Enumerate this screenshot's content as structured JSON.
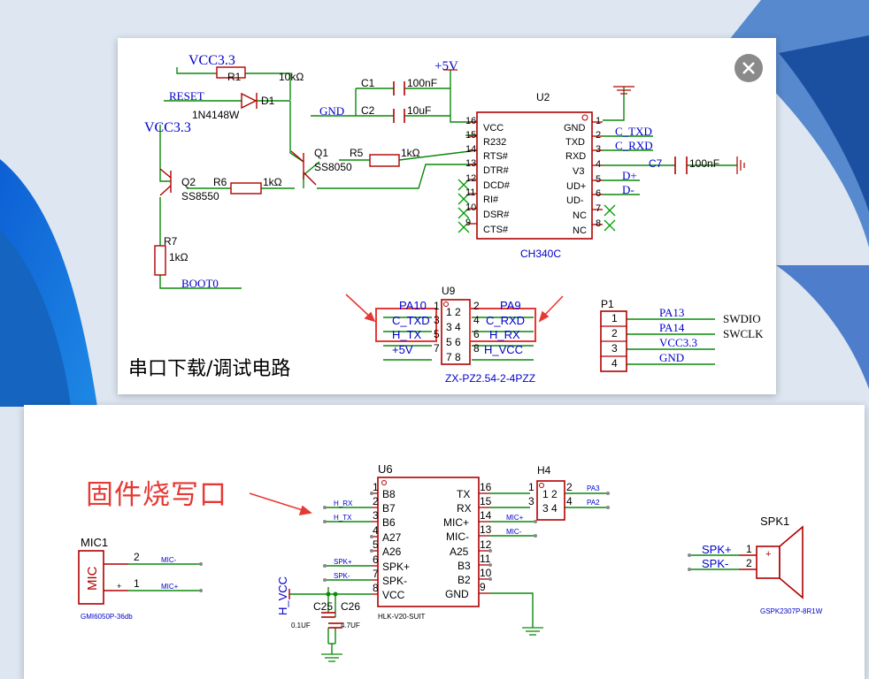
{
  "colors": {
    "wire": "#0a8a0a",
    "part": "#b00000",
    "label": "#0000cc",
    "pin": "#000000",
    "annotation": "#e53935",
    "close_button": "#8a8a8a"
  },
  "icons": {
    "close": "close-icon"
  },
  "top_viewer": {
    "caption": "串口下载/调试电路",
    "r1": {
      "ref": "R1",
      "value": "10kΩ",
      "net": "VCC3.3"
    },
    "d1": {
      "ref": "D1",
      "value": "1N4148W",
      "net": "RESET"
    },
    "c1": {
      "ref": "C1",
      "value": "100nF"
    },
    "c2": {
      "ref": "C2",
      "value": "10uF",
      "net": "GND"
    },
    "vcc5": "+5V",
    "vcc33_b": "VCC3.3",
    "q1": {
      "ref": "Q1",
      "value": "SS8050"
    },
    "r5": {
      "ref": "R5",
      "value": "1kΩ"
    },
    "q2": {
      "ref": "Q2",
      "value": "SS8550"
    },
    "r6": {
      "ref": "R6",
      "value": "1kΩ"
    },
    "r7": {
      "ref": "R7",
      "value": "1kΩ"
    },
    "boot": "BOOT0",
    "u2": {
      "ref": "U2",
      "part": "CH340C",
      "left_pins": [
        {
          "num": "16",
          "name": "VCC"
        },
        {
          "num": "15",
          "name": "R232"
        },
        {
          "num": "14",
          "name": "RTS#"
        },
        {
          "num": "13",
          "name": "DTR#"
        },
        {
          "num": "12",
          "name": "DCD#"
        },
        {
          "num": "11",
          "name": "RI#"
        },
        {
          "num": "10",
          "name": "DSR#"
        },
        {
          "num": "9",
          "name": "CTS#"
        }
      ],
      "right_pins": [
        {
          "num": "1",
          "name": "GND"
        },
        {
          "num": "2",
          "name": "TXD"
        },
        {
          "num": "3",
          "name": "RXD"
        },
        {
          "num": "4",
          "name": "V3"
        },
        {
          "num": "5",
          "name": "UD+"
        },
        {
          "num": "6",
          "name": "UD-"
        },
        {
          "num": "7",
          "name": "NC"
        },
        {
          "num": "8",
          "name": "NC"
        }
      ],
      "net_txd": "C_TXD",
      "net_rxd": "C_RXD",
      "net_dp": "D+",
      "net_dn": "D-"
    },
    "c7": {
      "ref": "C7",
      "value": "100nF"
    },
    "u9": {
      "ref": "U9",
      "part": "ZX-PZ2.54-2-4PZZ",
      "left_pins": [
        "1",
        "3",
        "5",
        "7"
      ],
      "right_pins": [
        "2",
        "4",
        "6",
        "8"
      ],
      "inner_rows": [
        "1 2",
        "3 4",
        "5 6",
        "7 8"
      ],
      "left_nets": [
        "PA10",
        "C_TXD",
        "H_TX",
        "+5V"
      ],
      "right_nets": [
        "PA9",
        "C_RXD",
        "H_RX",
        "H_VCC"
      ]
    },
    "p1": {
      "ref": "P1",
      "pins": [
        "1",
        "2",
        "3",
        "4"
      ],
      "nets": [
        "PA13",
        "PA14",
        "VCC3.3",
        "GND"
      ],
      "tags": [
        "SWDIO",
        "SWCLK"
      ]
    }
  },
  "bottom_viewer": {
    "firmware_label": "固件烧写口",
    "u6": {
      "ref": "U6",
      "part": "HLK-V20-SUIT",
      "left_pins": [
        {
          "num": "1",
          "name": "B8"
        },
        {
          "num": "2",
          "name": "B7"
        },
        {
          "num": "3",
          "name": "B6"
        },
        {
          "num": "4",
          "name": "A27"
        },
        {
          "num": "5",
          "name": "A26"
        },
        {
          "num": "6",
          "name": "SPK+"
        },
        {
          "num": "7",
          "name": "SPK-"
        },
        {
          "num": "8",
          "name": "VCC"
        }
      ],
      "right_pins": [
        {
          "num": "16",
          "name": "TX"
        },
        {
          "num": "15",
          "name": "RX"
        },
        {
          "num": "14",
          "name": "MIC+"
        },
        {
          "num": "13",
          "name": "MIC-"
        },
        {
          "num": "12",
          "name": "A25"
        },
        {
          "num": "11",
          "name": "B3"
        },
        {
          "num": "10",
          "name": "B2"
        },
        {
          "num": "9",
          "name": "GND"
        }
      ],
      "left_nets": [
        "H_RX",
        "H_TX",
        "SPK+",
        "SPK-"
      ],
      "right_nets": [
        "MIC+",
        "MIC-"
      ]
    },
    "h4": {
      "ref": "H4",
      "pins": [
        "1",
        "2",
        "3",
        "4"
      ],
      "inner_rows": [
        "1 2",
        "3 4"
      ],
      "nets": [
        "PA3",
        "PA2"
      ]
    },
    "hvcc": "H_VCC",
    "c25": {
      "ref": "C25",
      "value": "0.1UF"
    },
    "c26": {
      "ref": "C26",
      "value": "4.7UF"
    },
    "mic1": {
      "ref": "MIC1",
      "body": "MIC",
      "pins": [
        "2",
        "1"
      ],
      "nets": [
        "MIC-",
        "MIC+"
      ],
      "part": "GMI6050P-36db",
      "plus": "+"
    },
    "spk1": {
      "ref": "SPK1",
      "pins": [
        "1",
        "2"
      ],
      "nets": [
        "SPK+",
        "SPK-"
      ],
      "part": "GSPK2307P-8R1W",
      "plus": "+"
    }
  }
}
